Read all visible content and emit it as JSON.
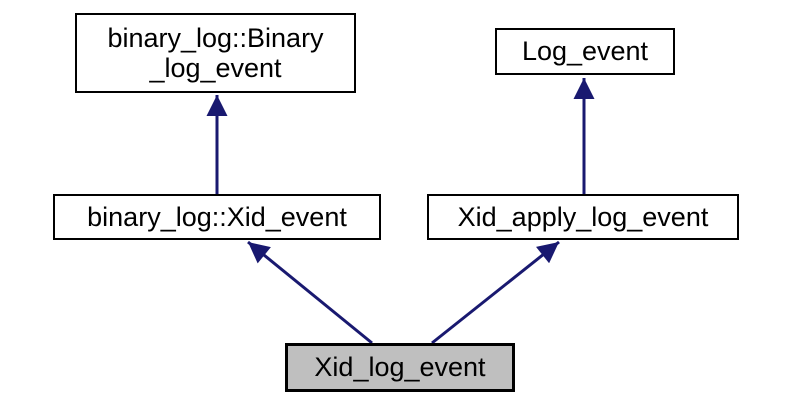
{
  "diagram": {
    "type": "class-inheritance-graph",
    "background": "#ffffff",
    "colors": {
      "node_border": "#000000",
      "node_fill": "#ffffff",
      "highlight_node_fill": "#bfbfbf",
      "arrow": "#191970",
      "text": "#000000"
    },
    "nodes": [
      {
        "id": "binary_log_binary_log_event",
        "label": "binary_log::Binary_log_event",
        "label_line1": "binary_log::Binary",
        "label_line2": "_log_event",
        "highlighted": false
      },
      {
        "id": "log_event",
        "label": "Log_event",
        "highlighted": false
      },
      {
        "id": "binary_log_xid_event",
        "label": "binary_log::Xid_event",
        "highlighted": false
      },
      {
        "id": "xid_apply_log_event",
        "label": "Xid_apply_log_event",
        "highlighted": false
      },
      {
        "id": "xid_log_event",
        "label": "Xid_log_event",
        "highlighted": true
      }
    ],
    "edges": [
      {
        "from": "binary_log::Xid_event",
        "to": "binary_log::Binary_log_event"
      },
      {
        "from": "Xid_apply_log_event",
        "to": "Log_event"
      },
      {
        "from": "Xid_log_event",
        "to": "binary_log::Xid_event"
      },
      {
        "from": "Xid_log_event",
        "to": "Xid_apply_log_event"
      }
    ]
  }
}
